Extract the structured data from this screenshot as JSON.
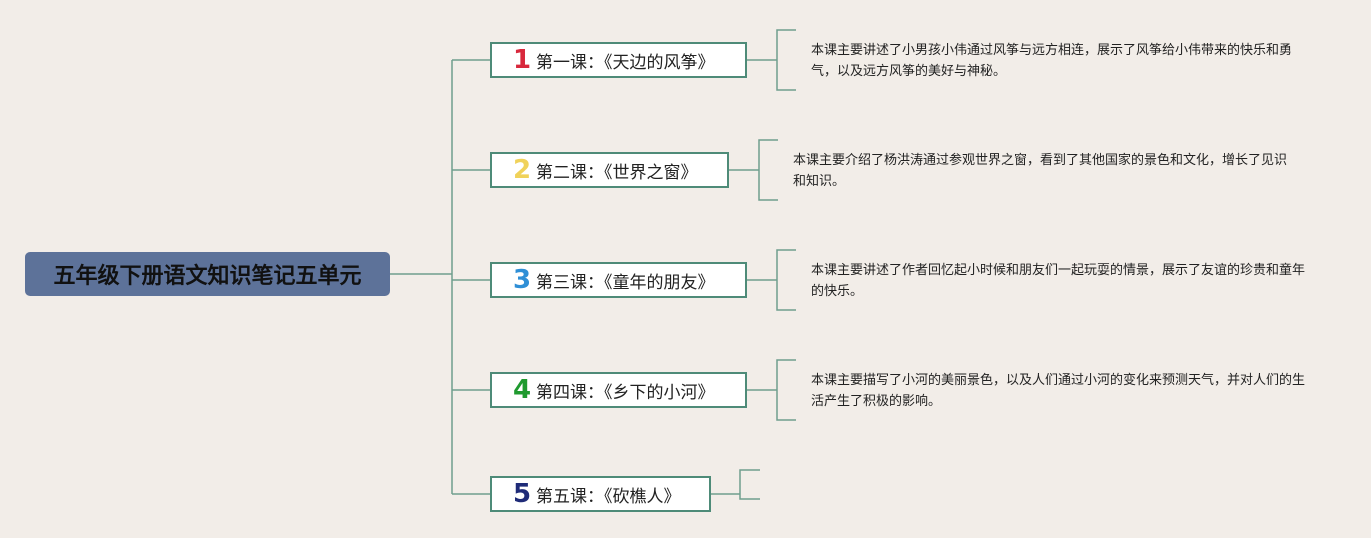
{
  "root": {
    "title": "五年级下册语文知识笔记五单元"
  },
  "lessons": [
    {
      "number": "1",
      "number_color": "#d8283c",
      "title": "第一课：《天边的风筝》",
      "summary": "本课主要讲述了小男孩小伟通过风筝与远方相连，展示了风筝给小伟带来的快乐和勇气，以及远方风筝的美好与神秘。"
    },
    {
      "number": "2",
      "number_color": "#f0d25a",
      "title": "第二课：《世界之窗》",
      "summary": "本课主要介绍了杨洪涛通过参观世界之窗，看到了其他国家的景色和文化，增长了见识和知识。"
    },
    {
      "number": "3",
      "number_color": "#2f8fd6",
      "title": "第三课：《童年的朋友》",
      "summary": "本课主要讲述了作者回忆起小时候和朋友们一起玩耍的情景，展示了友谊的珍贵和童年的快乐。"
    },
    {
      "number": "4",
      "number_color": "#1f9a2f",
      "title": "第四课：《乡下的小河》",
      "summary": "本课主要描写了小河的美丽景色，以及人们通过小河的变化来预测天气，并对人们的生活产生了积极的影响。"
    },
    {
      "number": "5",
      "number_color": "#1f2b78",
      "title": "第五课：《砍樵人》",
      "summary": ""
    }
  ],
  "colors": {
    "background": "#f2ede8",
    "connector": "#6f9e8e",
    "root_fill": "#5d7299",
    "node_border": "#4e8b78"
  }
}
